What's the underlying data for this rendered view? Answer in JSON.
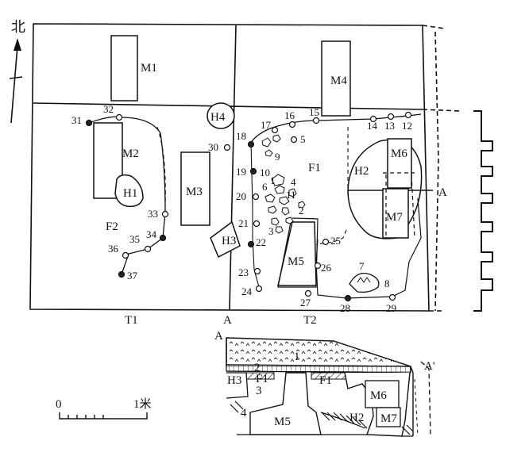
{
  "compass": {
    "label": "北"
  },
  "trenches": {
    "t1": "T1",
    "t2": "T2",
    "section_line_a": "A",
    "section_line_a_east": "A"
  },
  "features": {
    "m1": "M1",
    "m2": "M2",
    "m3": "M3",
    "m4": "M4",
    "m5": "M5",
    "m6": "M6",
    "m7": "M7",
    "h1": "H1",
    "h2": "H2",
    "h3": "H3",
    "h4": "H4",
    "f1": "F1",
    "f2": "F2"
  },
  "artifacts": {
    "n1": "1",
    "n2": "2",
    "n3": "3",
    "n4": "4",
    "n5": "5",
    "n6": "6",
    "n7": "7",
    "n8": "8",
    "n9": "9",
    "n10": "10",
    "n11": "11",
    "n12": "12",
    "n13": "13",
    "n14": "14",
    "n15": "15",
    "n16": "16",
    "n17": "17",
    "n18": "18",
    "n19": "19",
    "n20": "20",
    "n21": "21",
    "n22": "22",
    "n23": "23",
    "n24": "24",
    "n25": "25",
    "n26": "26",
    "n27": "27",
    "n28": "28",
    "n29": "29",
    "n30": "30",
    "n31": "31",
    "n32": "32",
    "n33": "33",
    "n34": "34",
    "n35": "35",
    "n36": "36",
    "n37": "37"
  },
  "section": {
    "a": "A",
    "a_prime": "A'",
    "layer1": "1",
    "layer2": "2",
    "layer3": "3",
    "layer4": "4",
    "f1_left": "F1",
    "f1_right": "F1",
    "h3": "H3",
    "m5": "M5",
    "m6": "M6",
    "h2": "H2",
    "m7": "M7"
  },
  "scale": {
    "zero": "0",
    "unit": "1米"
  }
}
